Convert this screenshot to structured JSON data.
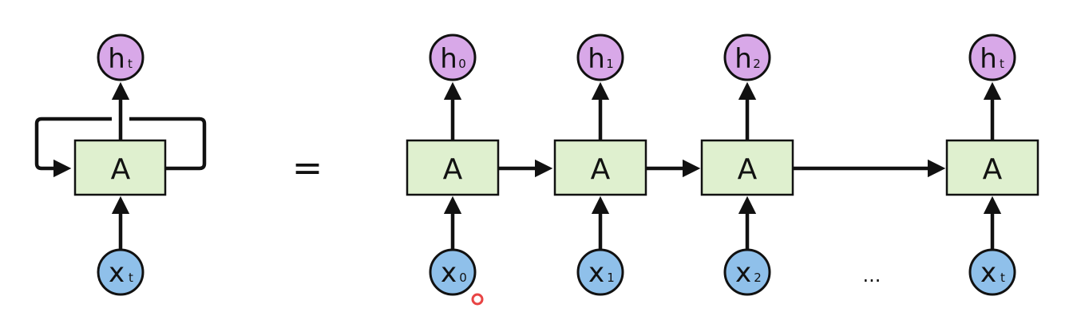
{
  "colors": {
    "hidden_fill": "#d8a8e8",
    "input_fill": "#8fc0ea",
    "cell_fill": "#dff0cf",
    "stroke": "#111111",
    "cursor": "#e53030"
  },
  "rolled": {
    "cell_label": "A",
    "hidden": {
      "main": "h",
      "sub": "t"
    },
    "input": {
      "main": "x",
      "sub": "t"
    }
  },
  "equals_sign": "=",
  "unrolled": {
    "steps": [
      {
        "cell_label": "A",
        "hidden": {
          "main": "h",
          "sub": "0"
        },
        "input": {
          "main": "x",
          "sub": "0"
        }
      },
      {
        "cell_label": "A",
        "hidden": {
          "main": "h",
          "sub": "1"
        },
        "input": {
          "main": "x",
          "sub": "1"
        }
      },
      {
        "cell_label": "A",
        "hidden": {
          "main": "h",
          "sub": "2"
        },
        "input": {
          "main": "x",
          "sub": "2"
        }
      },
      {
        "cell_label": "A",
        "hidden": {
          "main": "h",
          "sub": "t"
        },
        "input": {
          "main": "x",
          "sub": "t"
        }
      }
    ],
    "ellipsis": "..."
  }
}
